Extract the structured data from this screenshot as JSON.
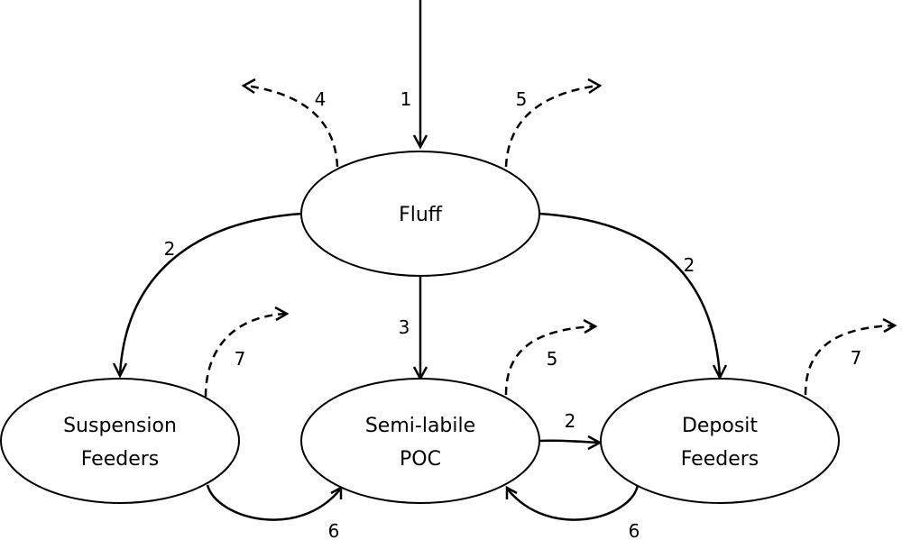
{
  "nodes": {
    "fluff": {
      "label_lines": [
        "Fluff"
      ]
    },
    "suspension_feeders": {
      "label_lines": [
        "Suspension",
        "Feeders"
      ]
    },
    "semi_labile_poc": {
      "label_lines": [
        "Semi-labile",
        "POC"
      ]
    },
    "deposit_feeders": {
      "label_lines": [
        "Deposit",
        "Feeders"
      ]
    }
  },
  "edges": {
    "input_to_fluff": {
      "label": "1",
      "style": "solid"
    },
    "fluff_loss_left": {
      "label": "4",
      "style": "dashed"
    },
    "fluff_loss_right": {
      "label": "5",
      "style": "dashed"
    },
    "fluff_to_suspension": {
      "label": "2",
      "style": "solid"
    },
    "fluff_to_poc": {
      "label": "3",
      "style": "solid"
    },
    "fluff_to_deposit": {
      "label": "2",
      "style": "solid"
    },
    "suspension_loss": {
      "label": "7",
      "style": "dashed"
    },
    "poc_loss": {
      "label": "5",
      "style": "dashed"
    },
    "deposit_loss": {
      "label": "7",
      "style": "dashed"
    },
    "poc_to_deposit": {
      "label": "2",
      "style": "solid"
    },
    "suspension_to_poc": {
      "label": "6",
      "style": "solid"
    },
    "deposit_to_poc": {
      "label": "6",
      "style": "solid"
    }
  }
}
